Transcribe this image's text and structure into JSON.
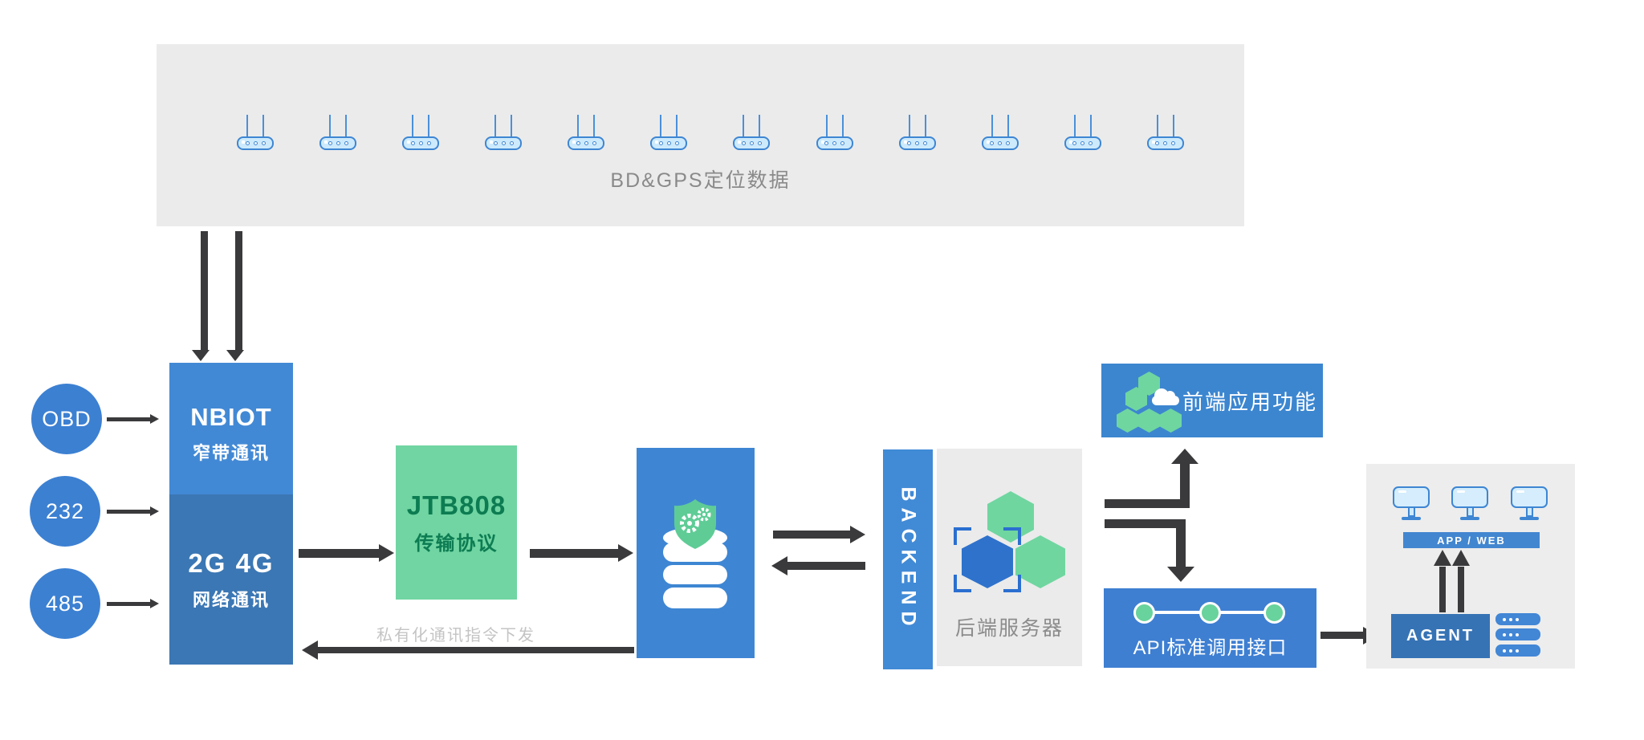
{
  "diagram": {
    "devices_panel": {
      "caption": "BD&GPS定位数据",
      "router_count": 12
    },
    "ports": [
      {
        "label": "OBD"
      },
      {
        "label": "232"
      },
      {
        "label": "485"
      }
    ],
    "comm_module": {
      "nb_title": "NBIOT",
      "nb_subtitle": "窄带通讯",
      "cell_title": "2G 4G",
      "cell_subtitle": "网络通讯"
    },
    "protocol_box": {
      "title": "JTB808",
      "subtitle": "传输协议"
    },
    "downlink_caption": "私有化通讯指令下发",
    "backend": {
      "ribbon": "BACKEND",
      "caption": "后端服务器"
    },
    "frontend_box": {
      "label": "前端应用功能"
    },
    "api_box": {
      "label": "API标准调用接口"
    },
    "client_panel": {
      "bar_label": "APP / WEB",
      "agent_label": "AGENT"
    }
  },
  "colors": {
    "primary_blue": "#4289d5",
    "deep_blue": "#3b77b4",
    "box_blue": "#3e86d3",
    "agent_navy": "#3673b5",
    "green_box": "#70d5a2",
    "green_text": "#0d7c52",
    "green_icon": "#6fd6a0",
    "panel_gray": "#ebebeb",
    "arrow_dark": "#3a3a3c",
    "caption_gray": "#8a8a8a",
    "caption_light_gray": "#c4c4c4"
  }
}
